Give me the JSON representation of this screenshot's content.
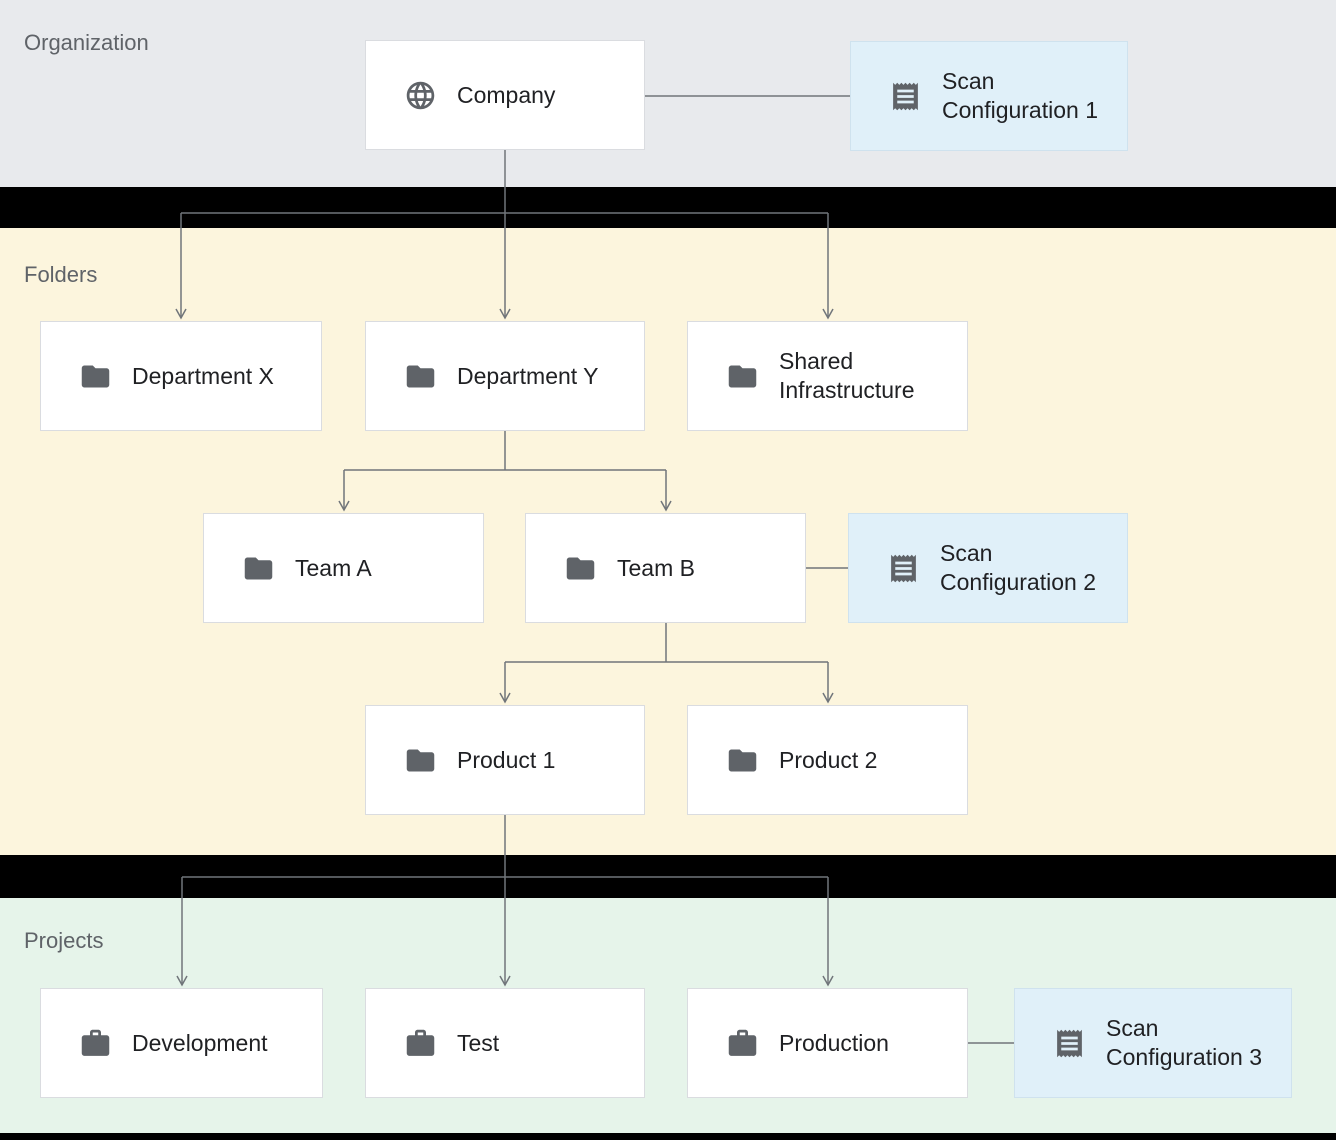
{
  "sections": {
    "organization": {
      "label": "Organization"
    },
    "folders": {
      "label": "Folders"
    },
    "projects": {
      "label": "Projects"
    }
  },
  "nodes": {
    "company": {
      "label": "Company",
      "icon": "globe-icon"
    },
    "scan_config_1": {
      "label": "Scan Configuration 1",
      "icon": "receipt-icon"
    },
    "department_x": {
      "label": "Department X",
      "icon": "folder-icon"
    },
    "department_y": {
      "label": "Department Y",
      "icon": "folder-icon"
    },
    "shared_infrastructure": {
      "label": "Shared Infrastructure",
      "icon": "folder-icon"
    },
    "team_a": {
      "label": "Team A",
      "icon": "folder-icon"
    },
    "team_b": {
      "label": "Team B",
      "icon": "folder-icon"
    },
    "scan_config_2": {
      "label": "Scan Configuration 2",
      "icon": "receipt-icon"
    },
    "product_1": {
      "label": "Product 1",
      "icon": "folder-icon"
    },
    "product_2": {
      "label": "Product 2",
      "icon": "folder-icon"
    },
    "development": {
      "label": "Development",
      "icon": "briefcase-icon"
    },
    "test": {
      "label": "Test",
      "icon": "briefcase-icon"
    },
    "production": {
      "label": "Production",
      "icon": "briefcase-icon"
    },
    "scan_config_3": {
      "label": "Scan Configuration 3",
      "icon": "receipt-icon"
    }
  },
  "edges": [
    {
      "from": "company",
      "to": "department_x",
      "type": "hierarchy"
    },
    {
      "from": "company",
      "to": "department_y",
      "type": "hierarchy"
    },
    {
      "from": "company",
      "to": "shared_infrastructure",
      "type": "hierarchy"
    },
    {
      "from": "company",
      "to": "scan_config_1",
      "type": "association"
    },
    {
      "from": "department_y",
      "to": "team_a",
      "type": "hierarchy"
    },
    {
      "from": "department_y",
      "to": "team_b",
      "type": "hierarchy"
    },
    {
      "from": "team_b",
      "to": "scan_config_2",
      "type": "association"
    },
    {
      "from": "team_b",
      "to": "product_1",
      "type": "hierarchy"
    },
    {
      "from": "team_b",
      "to": "product_2",
      "type": "hierarchy"
    },
    {
      "from": "product_1",
      "to": "development",
      "type": "hierarchy"
    },
    {
      "from": "product_1",
      "to": "test",
      "type": "hierarchy"
    },
    {
      "from": "product_1",
      "to": "production",
      "type": "hierarchy"
    },
    {
      "from": "production",
      "to": "scan_config_3",
      "type": "association"
    }
  ],
  "colors": {
    "organization_band": "#e8eaed",
    "folders_band": "#fcf5dd",
    "projects_band": "#e6f4ea",
    "node_background": "#ffffff",
    "scan_config_background": "#e0f0f9",
    "node_border": "#dadce0",
    "icon": "#5f6368",
    "connector": "#70757a",
    "label_text": "#202124",
    "section_label_text": "#5f6368"
  }
}
